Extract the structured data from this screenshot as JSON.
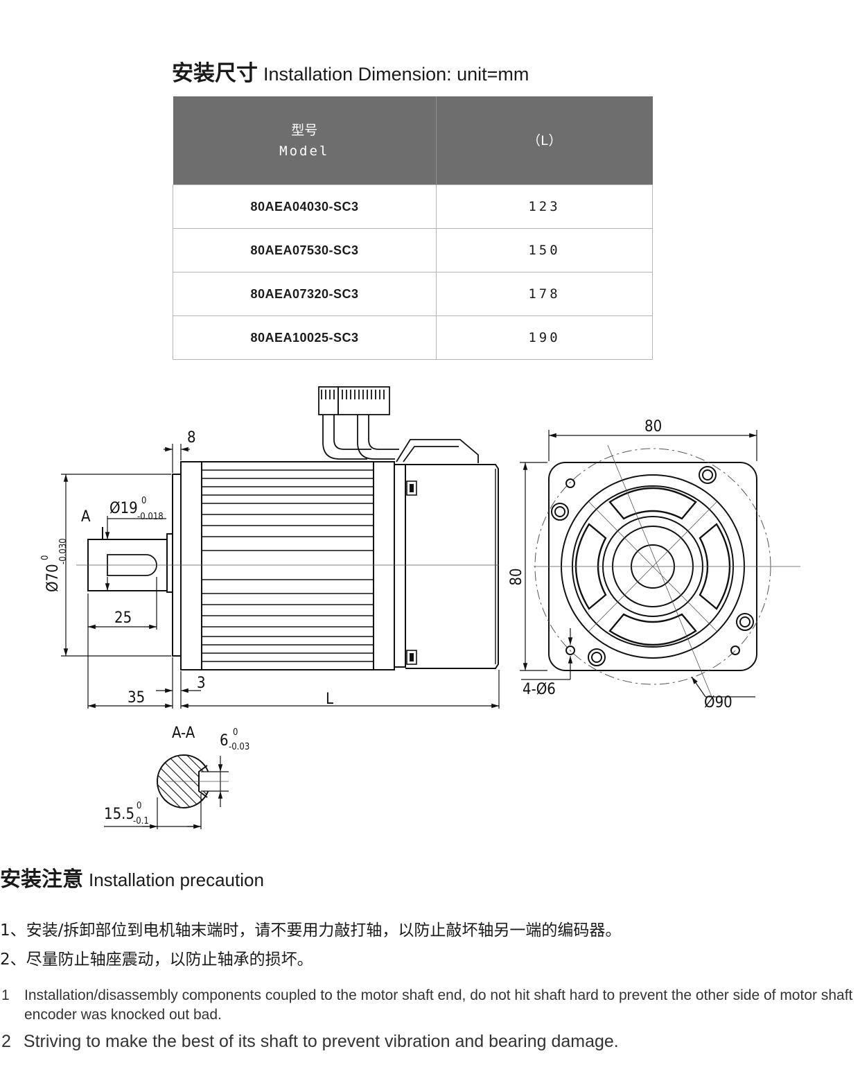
{
  "heading": {
    "cn": "安装尺寸",
    "en": "Installation Dimension: unit=mm"
  },
  "table": {
    "header": {
      "model_cn": "型号",
      "model_en": "Model",
      "length": "（L）"
    },
    "rows": [
      {
        "model": "80AEA04030-SC3",
        "L": "123"
      },
      {
        "model": "80AEA07530-SC3",
        "L": "150"
      },
      {
        "model": "80AEA07320-SC3",
        "L": "178"
      },
      {
        "model": "80AEA10025-SC3",
        "L": "190"
      }
    ]
  },
  "drawing": {
    "side_view": {
      "flange_thickness": "8",
      "shaft_diameter": "Ø19",
      "shaft_tol_upper": "0",
      "shaft_tol_lower": "-0.018",
      "section_marker": "A",
      "spigot_diameter": "Ø70",
      "spigot_tol_upper": "0",
      "spigot_tol_lower": "-0.030",
      "key_length": "25",
      "shaft_length": "35",
      "spigot_depth": "3",
      "body_length": "L"
    },
    "front_view": {
      "flange_width": "80",
      "flange_height": "80",
      "holes": "4-Ø6",
      "pitch_circle": "Ø90"
    },
    "section": {
      "title": "A-A",
      "key_width": "6",
      "key_tol_upper": "0",
      "key_tol_lower": "-0.03",
      "key_depth": "15.5",
      "depth_tol_upper": "0",
      "depth_tol_lower": "-0.1"
    }
  },
  "precaution": {
    "heading_cn": "安装注意",
    "heading_en": "Installation precaution",
    "cn_items": [
      "1、安装/拆卸部位到电机轴末端时，请不要用力敲打轴，以防止敲坏轴另一端的编码器。",
      "2、尽量防止轴座震动，以防止轴承的损坏。"
    ],
    "en_items": [
      {
        "num": "1",
        "text": "Installation/disassembly components coupled to the motor shaft end, do not hit shaft hard to prevent the other side of motor shaft encoder was knocked out bad."
      },
      {
        "num": "2",
        "text": "Striving to make the best of its shaft to prevent vibration and bearing damage."
      }
    ]
  }
}
